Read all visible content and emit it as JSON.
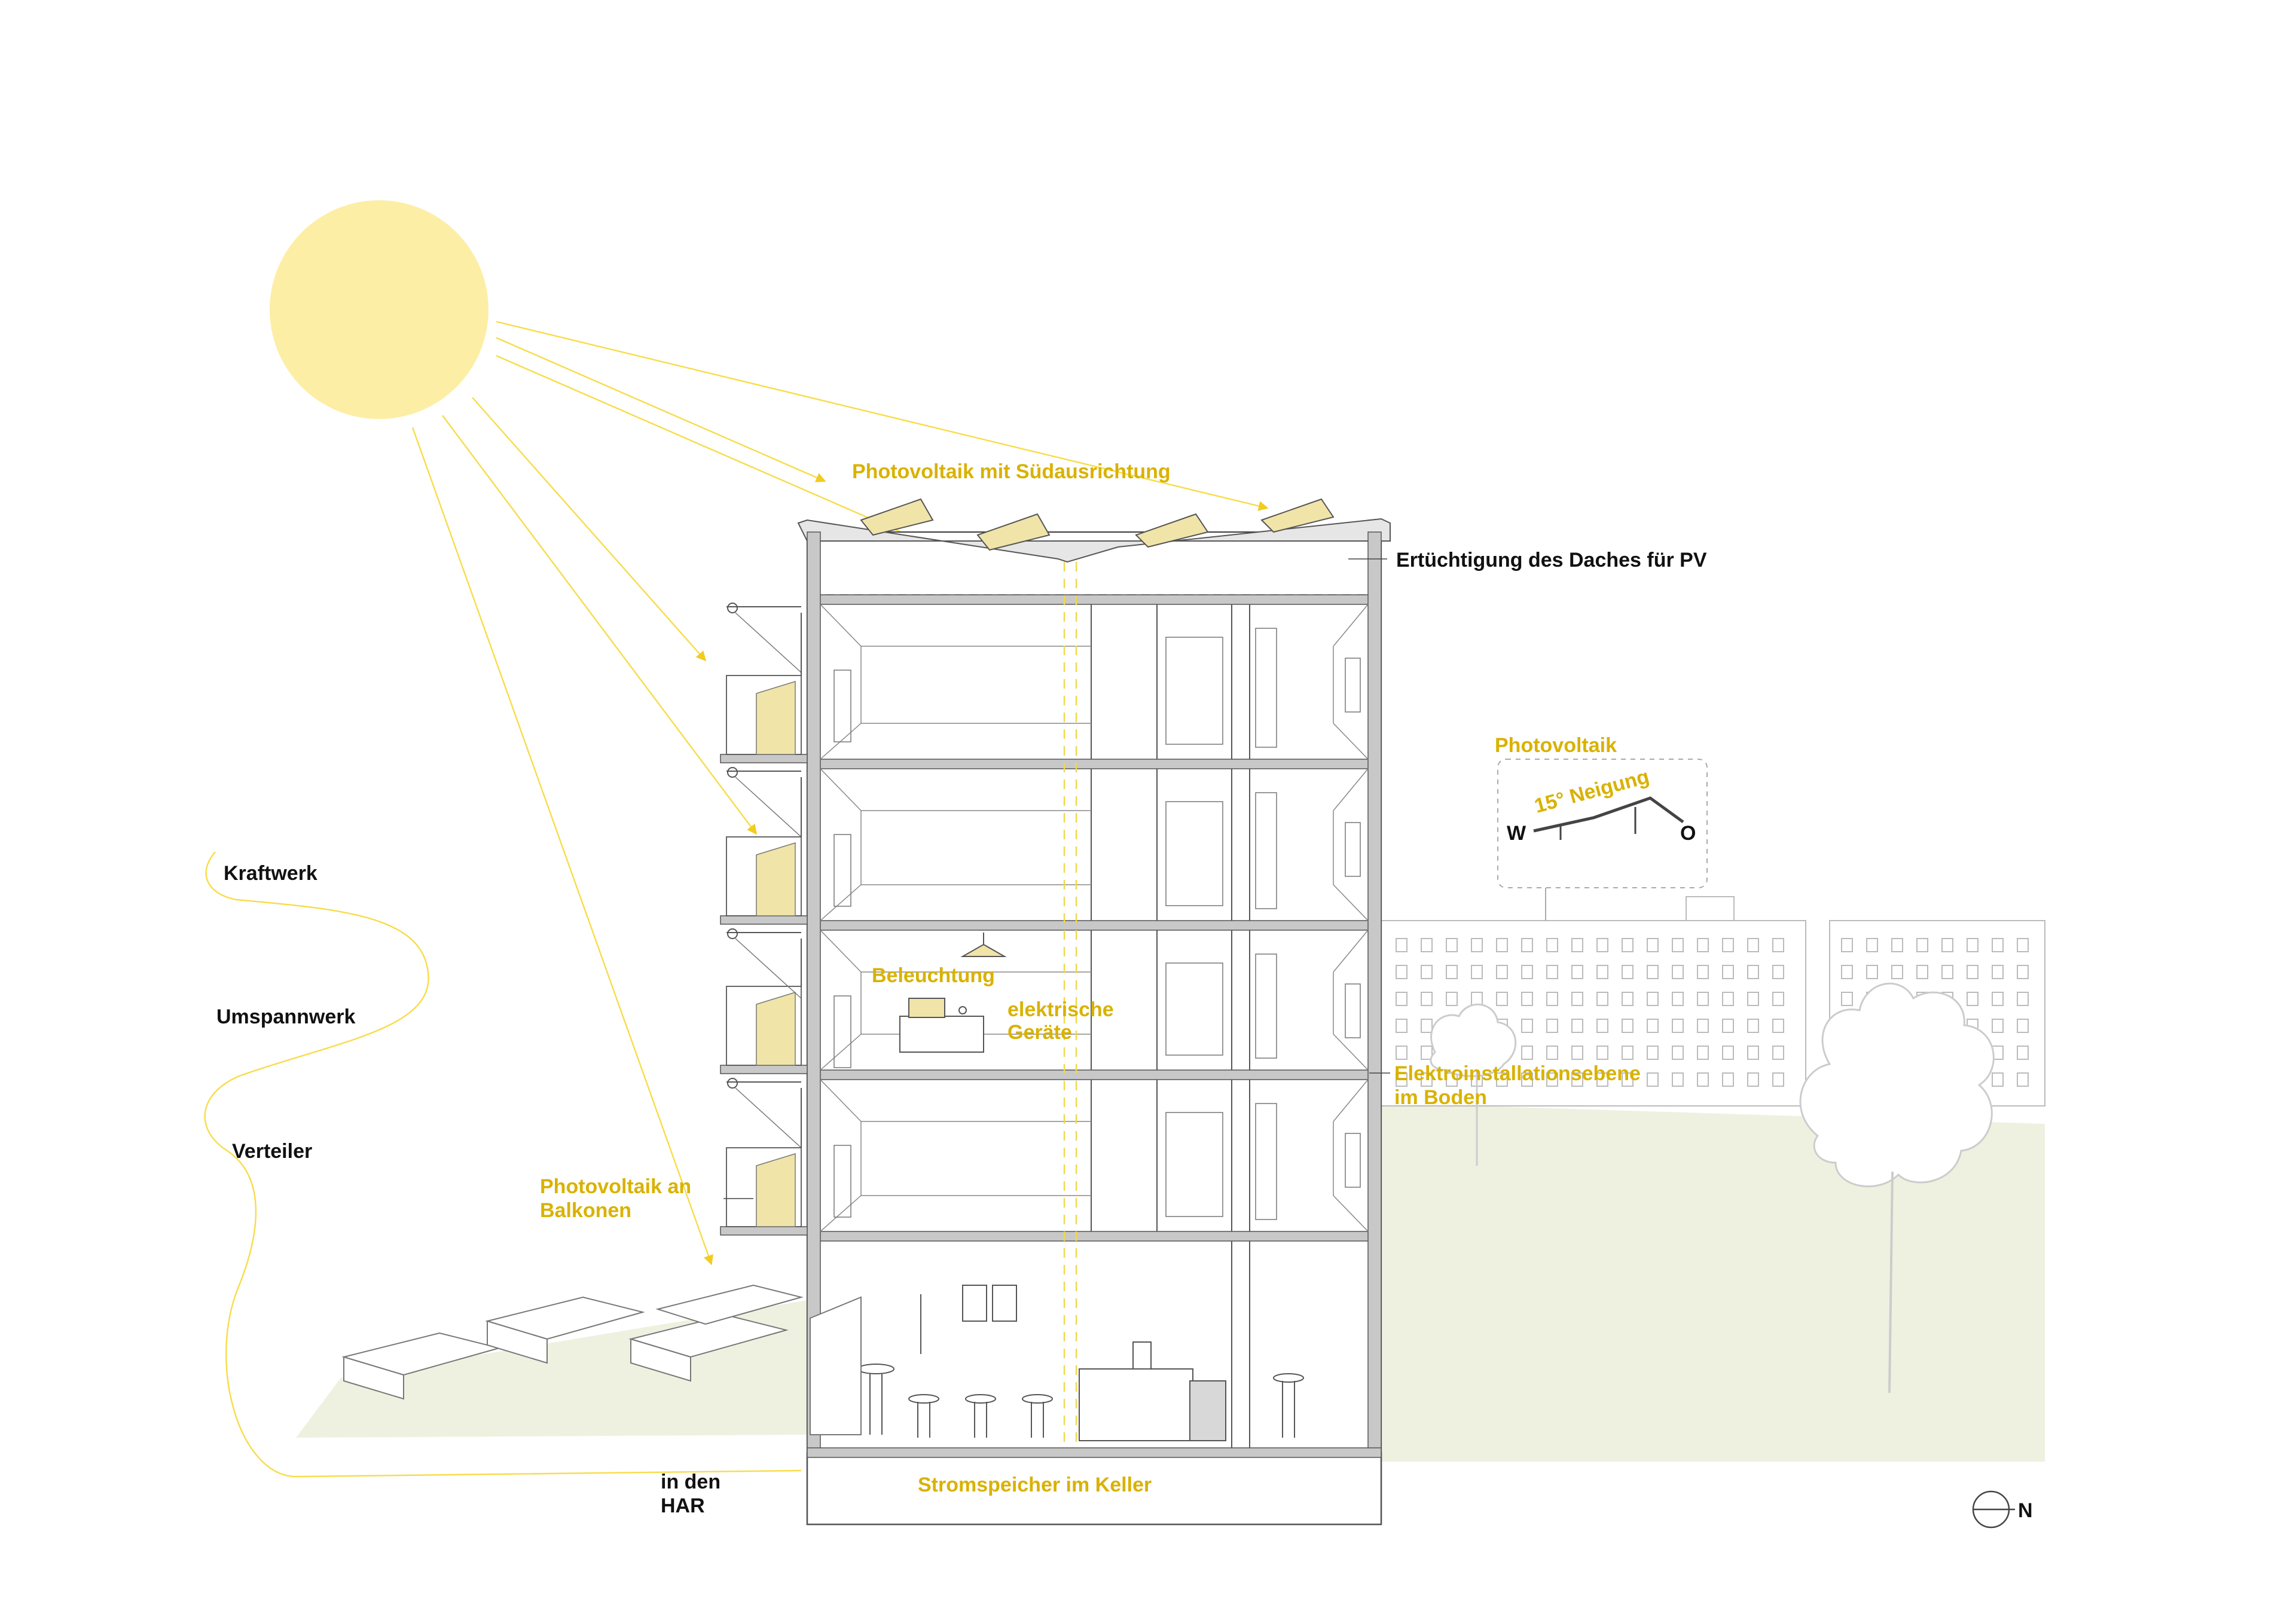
{
  "colors": {
    "sun": "#fdeea6",
    "ray": "#f7dc4a",
    "label_accent": "#d9b200",
    "label_dark": "#111111",
    "ground": "#eef1e0",
    "pv_panel": "#f0e4a8",
    "slab": "#c8c8c8"
  },
  "icons": {
    "sun": "sun-icon",
    "north": "north-arrow-icon"
  },
  "labels": {
    "pv_south": "Photovoltaik mit Südausrichtung",
    "roof_upgrade": "Ertüchtigung des Daches für PV",
    "pv_neighbor_title": "Photovoltaik",
    "tilt": "15° Neigung",
    "west": "W",
    "east": "O",
    "lighting": "Beleuchtung",
    "devices_line1": "elektrische",
    "devices_line2": "Geräte",
    "floor_install_line1": "Elektroinstallationsebene",
    "floor_install_line2": "im Boden",
    "pv_balcony_line1": "Photovoltaik an",
    "pv_balcony_line2": "Balkonen",
    "storage": "Stromspeicher im Keller",
    "grid_line1": "in den",
    "grid_line2": "HAR",
    "chain_power_plant": "Kraftwerk",
    "chain_substation": "Umspannwerk",
    "chain_distributor": "Verteiler",
    "north": "N"
  }
}
